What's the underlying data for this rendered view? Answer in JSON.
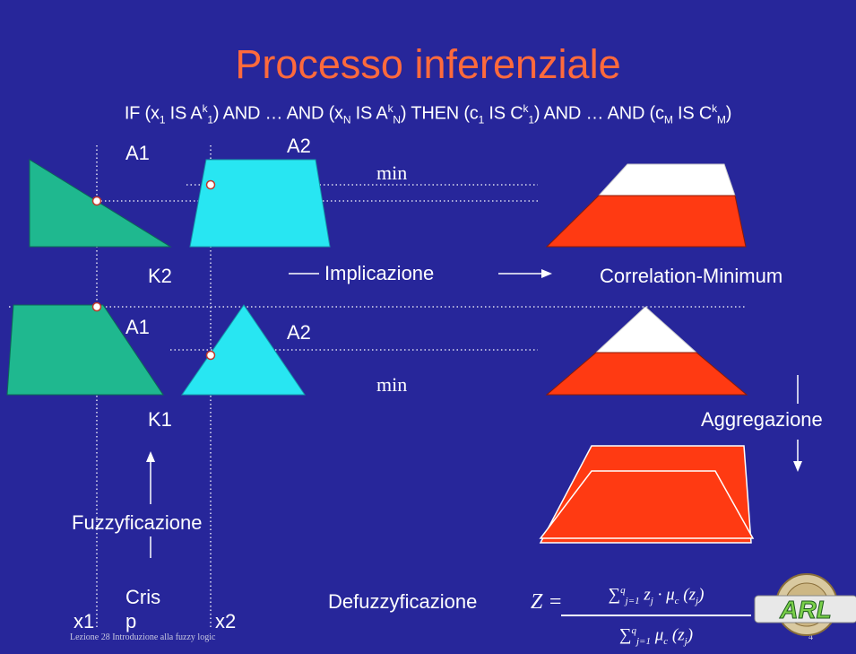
{
  "title": "Processo inferenziale",
  "rule": {
    "p1": "IF (x",
    "s1": "1",
    "p2": " IS A",
    "u1": "k",
    "s2": "1",
    "p3": ") AND … AND (x",
    "s3": "N",
    "p4": " IS A",
    "u2": "k",
    "s4": "N",
    "p5": ") THEN (c",
    "s5": "1",
    "p6": " IS C",
    "u3": "k",
    "s6": "1",
    "p7": ") AND … AND (c",
    "s7": "M",
    "p8": " IS C",
    "u4": "k",
    "s8": "M",
    "p9": ")"
  },
  "labels": {
    "a1_top": "A1",
    "a2_top": "A2",
    "a1_bottom": "A1",
    "a2_bottom": "A2",
    "min_top": "min",
    "min_bottom": "min",
    "k2": "K2",
    "k1": "K1",
    "implicazione": "Implicazione",
    "correlation": "Correlation-Minimum",
    "aggregazione": "Aggregazione",
    "fuzzyficazione": "Fuzzyficazione",
    "crisp_a": "Cris",
    "crisp_b": "p",
    "x1": "x1",
    "x2": "x2",
    "defuzzy": "Defuzzyficazione",
    "footer": "Lezione 28 Introduzione alla fuzzy logic",
    "page": "4"
  },
  "formula": {
    "lhs": "Z =",
    "num": "∑",
    "num_sup": "q",
    "num_sub": "j=1",
    "num_rest": " z",
    "num_rest_sub": "j",
    "num_tail": " · μ",
    "num_tail_sub": "c",
    "num_end": " (z",
    "num_end_sub": "j",
    "num_close": ")",
    "den": "∑",
    "den_sup": "q",
    "den_sub": "j=1",
    "den_rest": " μ",
    "den_rest_sub": "c",
    "den_end": " (z",
    "den_end_sub": "j",
    "den_close": ")"
  },
  "logo": {
    "text": "ARL",
    "ring_text": "STUDIORUM · UNIVERSITAS"
  },
  "colors": {
    "background": "#27269a",
    "title": "#ff6a3c",
    "green_set": "#1fb88f",
    "cyan_set": "#28e6f2",
    "output_red": "#ff3a12",
    "output_white": "#ffffff"
  }
}
